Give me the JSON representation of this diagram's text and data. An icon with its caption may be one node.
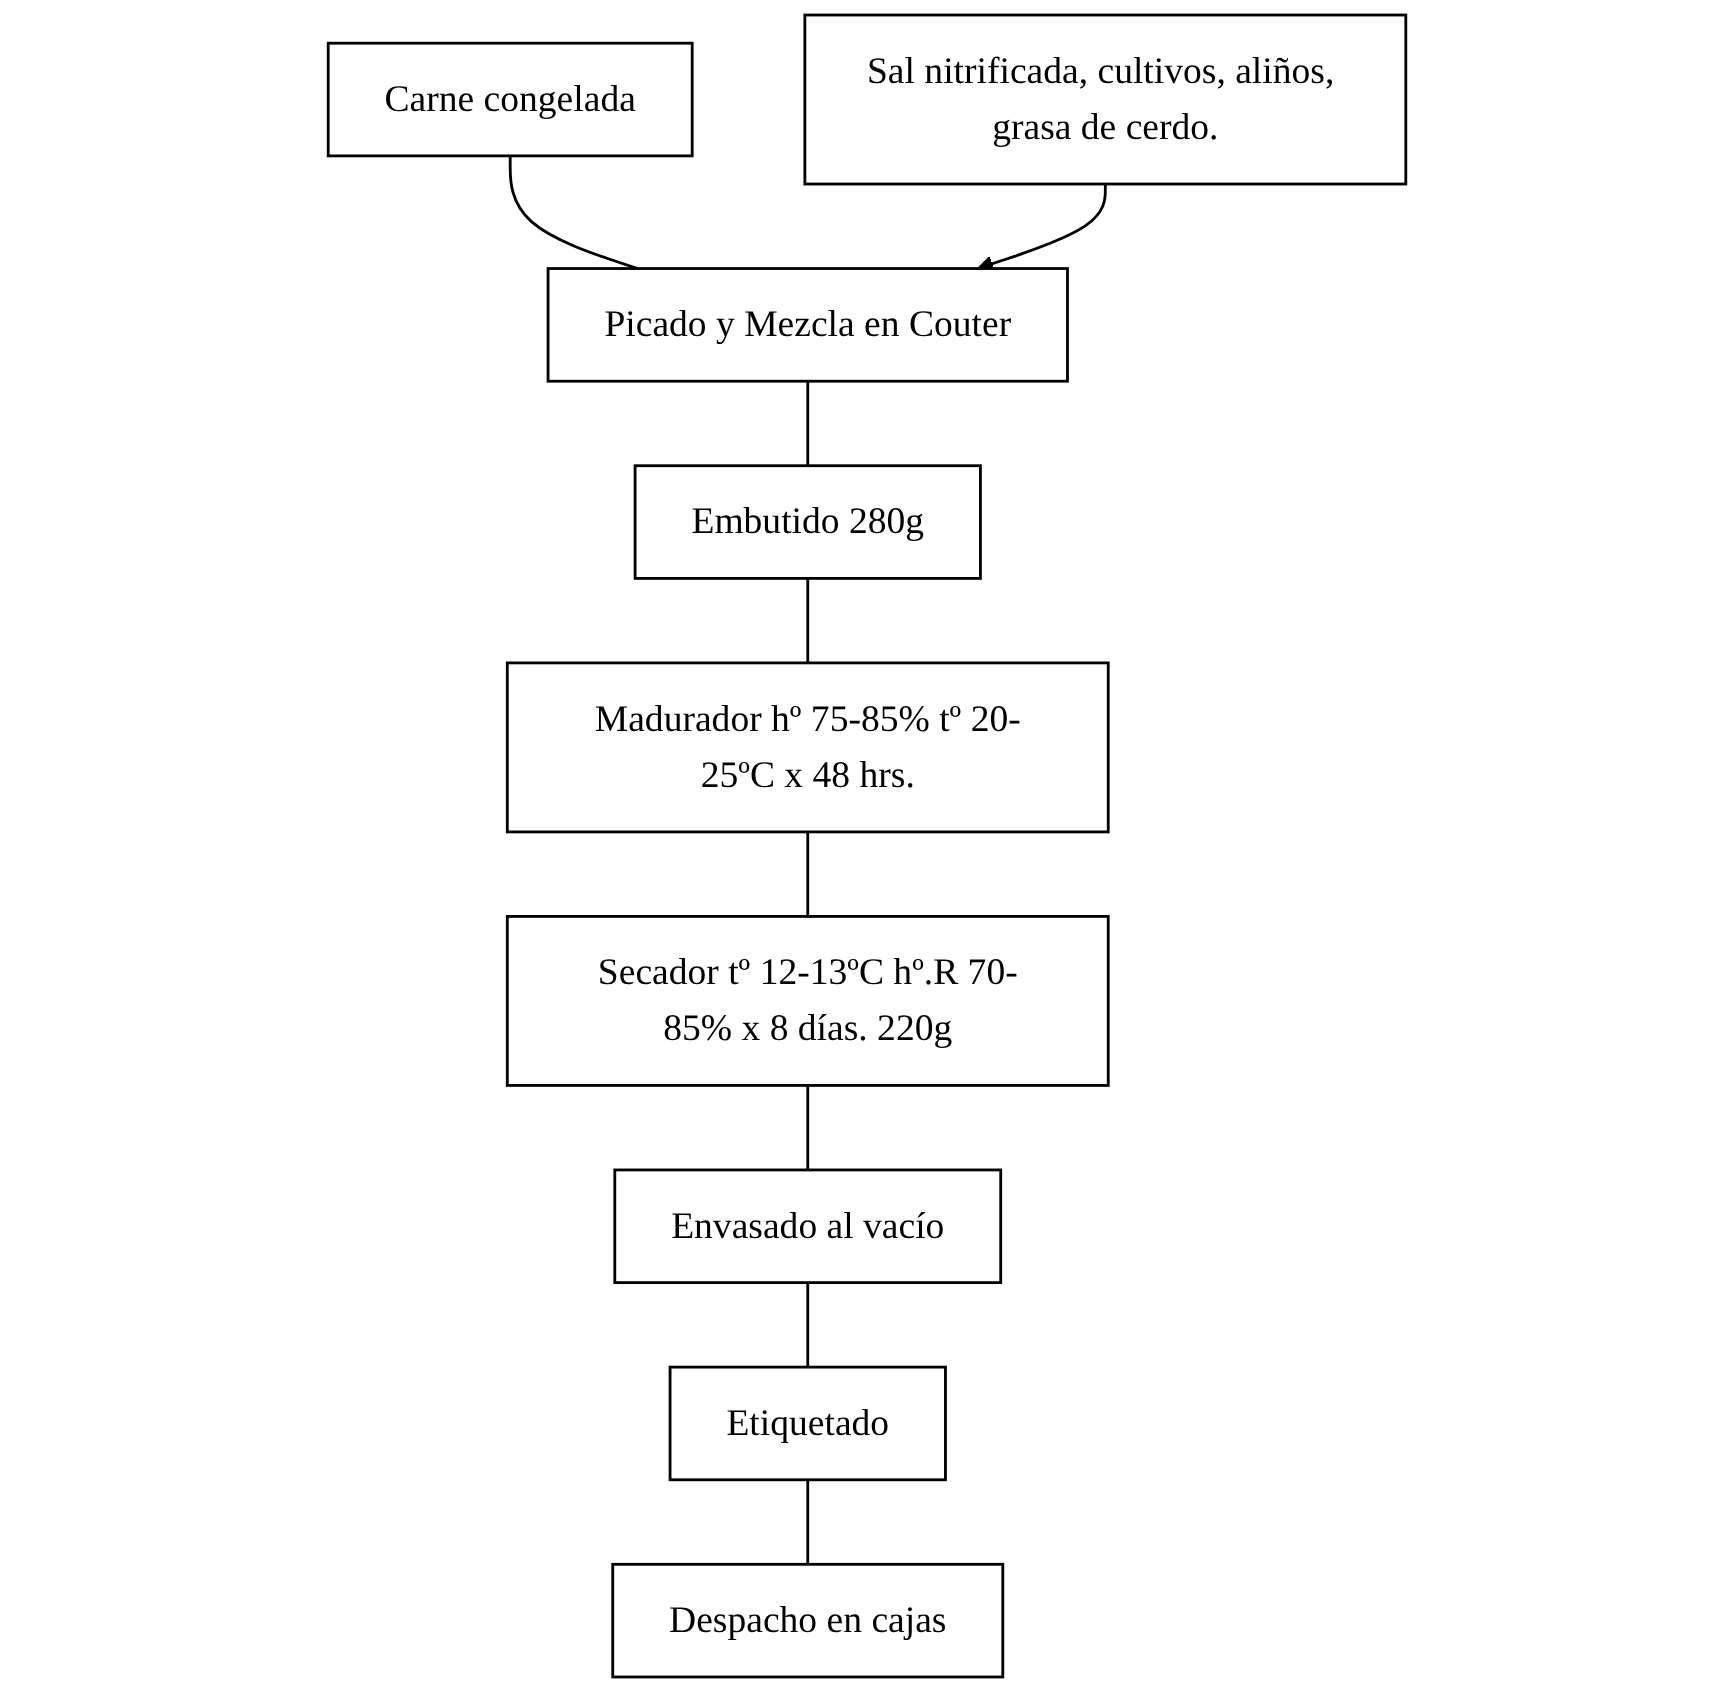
{
  "diagram": {
    "nodes": [
      {
        "text": [
          "Carne congelada"
        ]
      },
      {
        "text": [
          "Picado y Mezcla en Couter"
        ]
      },
      {
        "text": [
          "Sal nitrificada, cultivos, aliños, grasa de cerdo."
        ]
      },
      {
        "text": [
          "Embutido 280g"
        ]
      },
      {
        "text": [
          "Madurador hº 75-85% tº 20-25ºC x 48 hrs."
        ]
      },
      {
        "text": [
          "Secador tº 12-13ºC hº.R 70-85% x 8 días. 220g"
        ]
      },
      {
        "text": [
          "Envasado al vacío"
        ]
      },
      {
        "text": [
          "Etiquetado"
        ]
      },
      {
        "text": [
          "Despacho en cajas"
        ]
      }
    ],
    "edges": [
      {
        "from": 0,
        "to": 1,
        "arrow": "none"
      },
      {
        "from": 2,
        "to": 1,
        "arrow": "to"
      },
      {
        "from": 1,
        "to": 3,
        "arrow": "none"
      },
      {
        "from": 3,
        "to": 4,
        "arrow": "none"
      },
      {
        "from": 4,
        "to": 5,
        "arrow": "none"
      },
      {
        "from": 5,
        "to": 6,
        "arrow": "none"
      },
      {
        "from": 6,
        "to": 7,
        "arrow": "none"
      },
      {
        "from": 7,
        "to": 8,
        "arrow": "none"
      }
    ]
  }
}
